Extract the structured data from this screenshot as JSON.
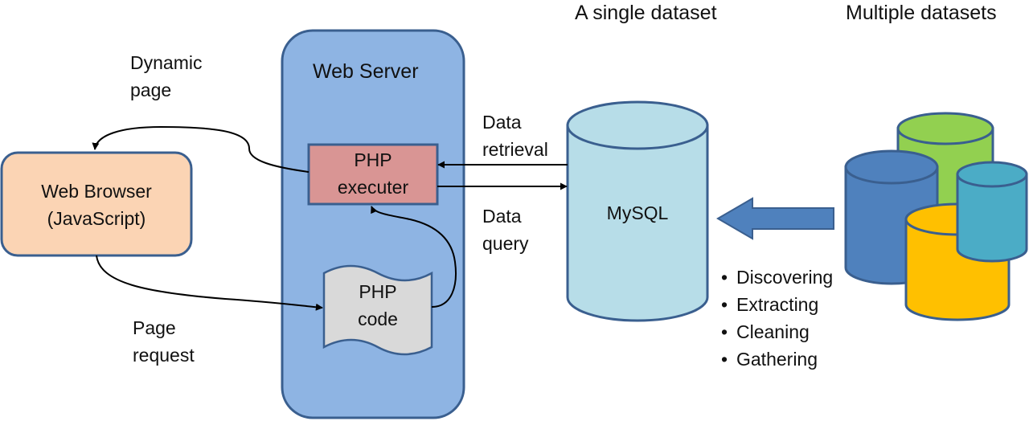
{
  "headings": {
    "single_dataset": "A single dataset",
    "multiple_datasets": "Multiple datasets"
  },
  "web_server": {
    "label": "Web Server"
  },
  "php_executer": {
    "line1": "PHP",
    "line2": "executer"
  },
  "php_code": {
    "line1": "PHP",
    "line2": "code"
  },
  "web_browser": {
    "line1": "Web Browser",
    "line2": "(JavaScript)"
  },
  "mysql": {
    "label": "MySQL"
  },
  "flows": {
    "dynamic_page": {
      "line1": "Dynamic",
      "line2": "page"
    },
    "page_request": {
      "line1": "Page",
      "line2": "request"
    },
    "data_retrieval": {
      "line1": "Data",
      "line2": "retrieval"
    },
    "data_query": {
      "line1": "Data",
      "line2": "query"
    }
  },
  "processes": [
    "Discovering",
    "Extracting",
    "Cleaning",
    "Gathering"
  ],
  "colors": {
    "server_fill": "#8eb4e3",
    "server_stroke": "#3a5f8f",
    "php_executer_fill": "#d99594",
    "php_executer_stroke": "#3a5f8f",
    "php_code_fill": "#d9d9d9",
    "browser_fill": "#fbd4b4",
    "browser_stroke": "#3a5f8f",
    "mysql_fill": "#b7dde8",
    "mysql_stroke": "#3a5f8f",
    "arrow_fill": "#4f81bd",
    "db_green": "#92d050",
    "db_blue": "#4f81bd",
    "db_teal": "#4bacc6",
    "db_yellow": "#ffc000"
  }
}
